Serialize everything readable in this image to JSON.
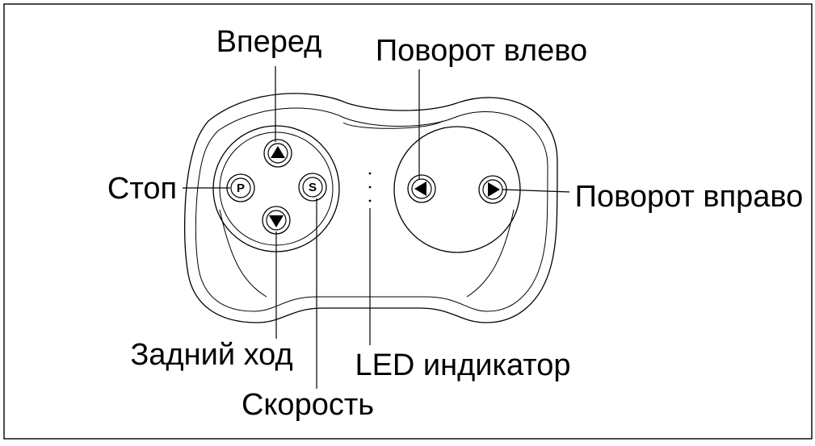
{
  "labels": {
    "forward": "Вперед",
    "turn_left": "Поворот влево",
    "stop": "Стоп",
    "turn_right": "Поворот вправо",
    "reverse": "Задний ход",
    "led": "LED индикатор",
    "speed": "Скорость"
  },
  "buttons": {
    "stop_letter": "P",
    "speed_letter": "S"
  },
  "colors": {
    "stroke": "#000000",
    "background": "#ffffff"
  }
}
